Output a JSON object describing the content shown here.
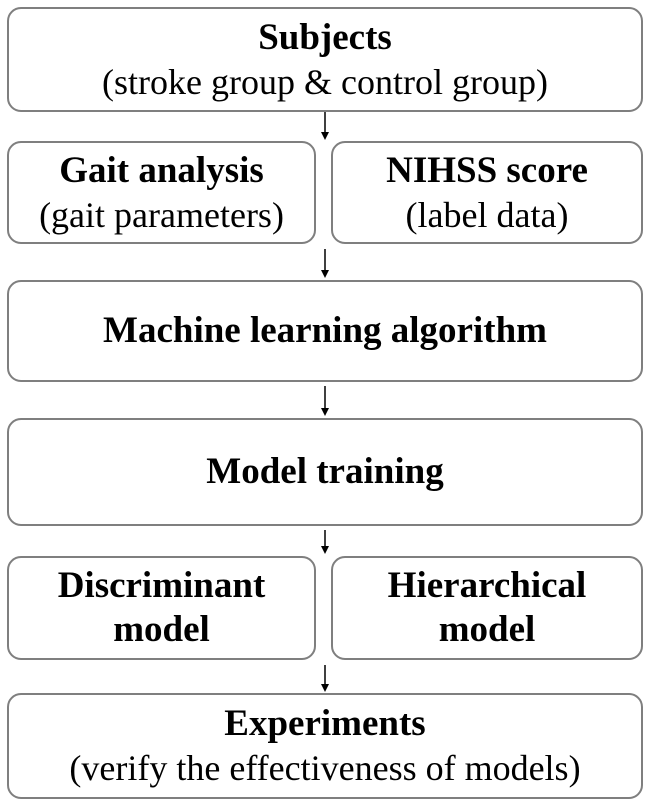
{
  "subjects": {
    "title": "Subjects",
    "subtitle": "(stroke group & control group)"
  },
  "gait_analysis": {
    "title": "Gait analysis",
    "subtitle": "(gait parameters)"
  },
  "nihss": {
    "title": "NIHSS score",
    "subtitle": "(label data)"
  },
  "ml_algorithm": {
    "title": "Machine learning algorithm"
  },
  "model_training": {
    "title": "Model training"
  },
  "discriminant": {
    "line1": "Discriminant",
    "line2": "model"
  },
  "hierarchical": {
    "line1": "Hierarchical",
    "line2": "model"
  },
  "experiments": {
    "title": "Experiments",
    "subtitle": "(verify the effectiveness of models)"
  },
  "colors": {
    "box_border": "#7f7f7f",
    "arrow": "#000000",
    "text": "#000000"
  }
}
